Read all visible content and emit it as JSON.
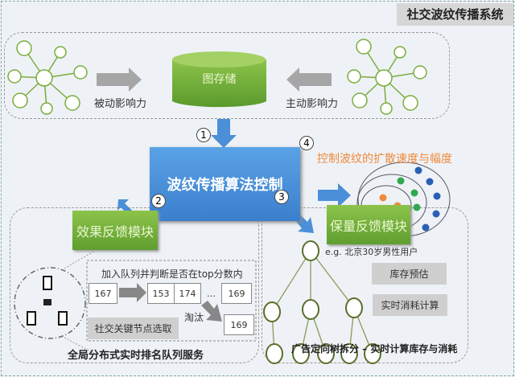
{
  "title": "社交波纹传播系统",
  "top": {
    "storage": "图存储",
    "passive": "被动影响力",
    "active": "主动影响力"
  },
  "core": {
    "label": "波纹传播算法控制",
    "step1": "1",
    "step2": "2",
    "step3": "3",
    "step4": "4",
    "control_text": "控制波纹的扩散速度与幅度"
  },
  "left": {
    "module": "效果反馈模块",
    "queue_caption": "加入队列并判断是否在top分数内",
    "incoming": "167",
    "queue": [
      "153",
      "174",
      "…",
      "169"
    ],
    "eliminate": "淘汰",
    "eliminated": "169",
    "key_node": "社交关键节点选取",
    "footer": "全局分布式实时排名队列服务"
  },
  "right": {
    "module": "保量反馈模块",
    "example": "e.g. 北京30岁男性用户",
    "estimate": "库存预估",
    "consume": "实时消耗计算",
    "footer": "广告定向树拆分 – 实时计算库存与消耗"
  },
  "colors": {
    "blue": "#4a8fd8",
    "green": "#6aaa35",
    "orange": "#f08a3c"
  }
}
